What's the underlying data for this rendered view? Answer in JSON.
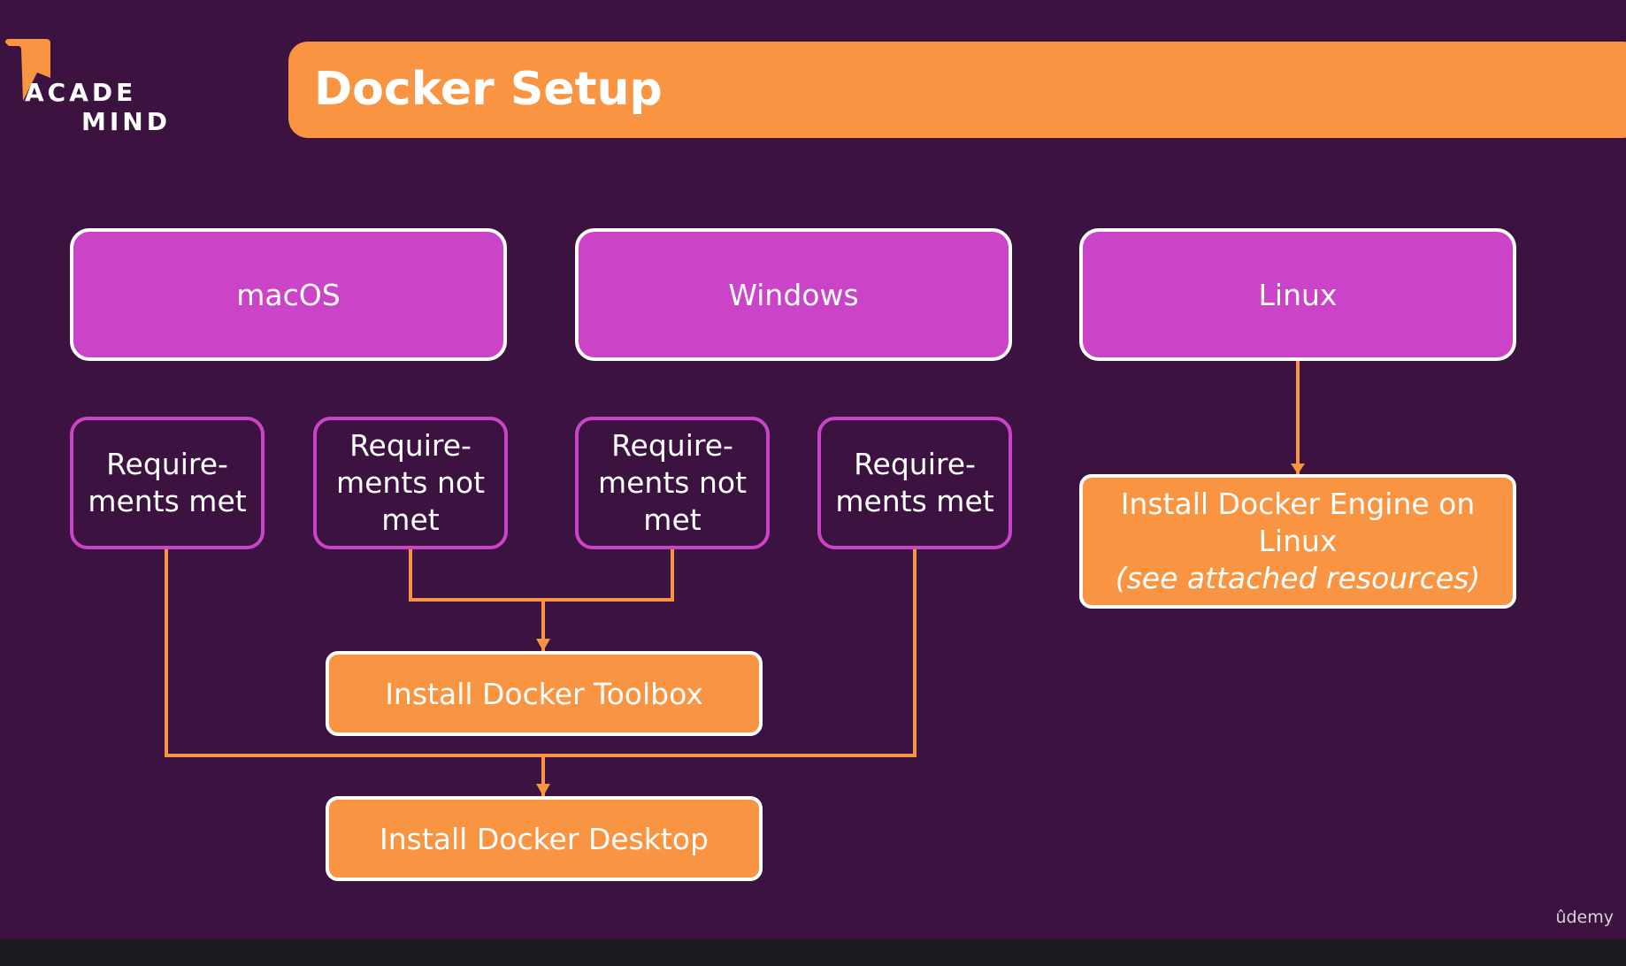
{
  "logo": {
    "line1": "ACADE",
    "line2": "MIND"
  },
  "title": "Docker Setup",
  "os": [
    {
      "label": "macOS"
    },
    {
      "label": "Windows"
    },
    {
      "label": "Linux"
    }
  ],
  "requirements": [
    {
      "line1": "Require-",
      "line2": "ments met",
      "line3": ""
    },
    {
      "line1": "Require-",
      "line2": "ments not",
      "line3": "met"
    },
    {
      "line1": "Require-",
      "line2": "ments not",
      "line3": "met"
    },
    {
      "line1": "Require-",
      "line2": "ments met",
      "line3": ""
    }
  ],
  "actions": {
    "toolbox": "Install Docker Toolbox",
    "desktop": "Install Docker Desktop",
    "linux_line1": "Install Docker Engine on",
    "linux_line2": "Linux",
    "linux_line3": "(see attached resources)"
  },
  "watermark": "ûdemy",
  "colors": {
    "background": "#3b1240",
    "accent_orange": "#f99542",
    "accent_magenta": "#cb44c7",
    "text": "#ffffff"
  }
}
